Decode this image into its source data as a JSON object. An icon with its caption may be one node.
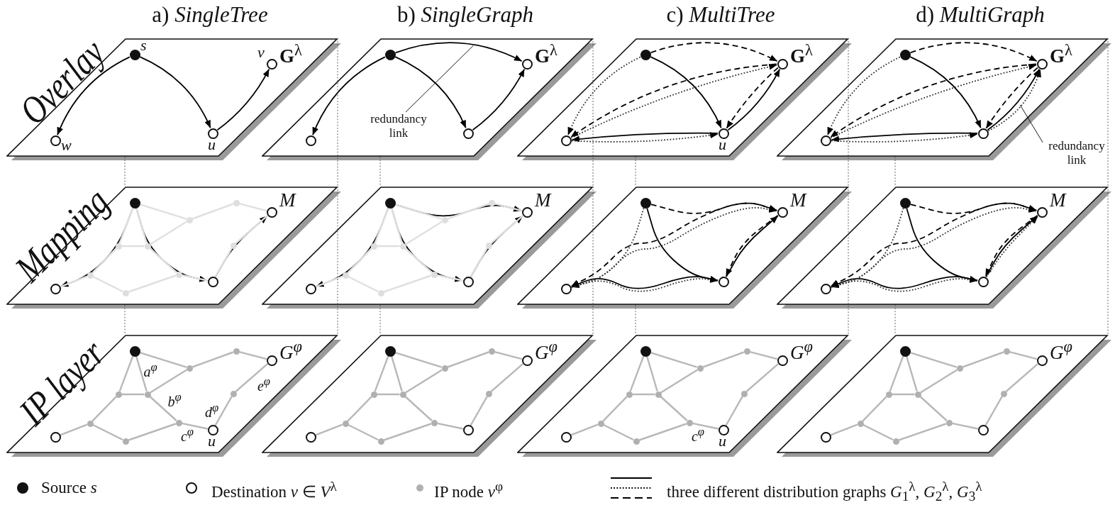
{
  "diagram": {
    "nodes": [
      {
        "text": [
          "**G**$^{λ}$"
        ]
      },
      {
        "text": [],
        "shape": "circle",
        "in": 0,
        "beside": [
          "s"
        ]
      },
      {
        "text": [],
        "shape": "circle",
        "in": 0,
        "beside": [
          "v"
        ]
      },
      {
        "text": [],
        "shape": "circle",
        "in": 0,
        "beside": [
          "w"
        ]
      },
      {
        "text": [],
        "shape": "circle",
        "in": 0,
        "beside": [
          "u"
        ]
      },
      {
        "text": [
          "**G**$^{λ}$"
        ]
      },
      {
        "text": [],
        "shape": "circle",
        "in": 5
      },
      {
        "text": [],
        "shape": "circle",
        "in": 5
      },
      {
        "text": [],
        "shape": "circle",
        "in": 5
      },
      {
        "text": [],
        "shape": "circle",
        "in": 5
      },
      {
        "text": [
          "redundancy link"
        ],
        "in": 5
      },
      {
        "text": [
          "**G**$^{λ}$"
        ]
      },
      {
        "text": [],
        "shape": "circle",
        "in": 11
      },
      {
        "text": [],
        "shape": "circle",
        "in": 11
      },
      {
        "text": [],
        "shape": "circle",
        "in": 11
      },
      {
        "text": [],
        "shape": "circle",
        "in": 11,
        "beside": [
          "u"
        ]
      },
      {
        "text": [
          "**G**$^{λ}$"
        ]
      },
      {
        "text": [],
        "shape": "circle",
        "in": 16
      },
      {
        "text": [],
        "shape": "circle",
        "in": 16
      },
      {
        "text": [],
        "shape": "circle",
        "in": 16
      },
      {
        "text": [],
        "shape": "circle",
        "in": 16
      },
      {
        "text": [
          "redundancy link"
        ]
      },
      {
        "text": [
          "M"
        ]
      },
      {
        "text": [],
        "shape": "circle",
        "in": 22
      },
      {
        "text": [],
        "shape": "circle",
        "in": 22
      },
      {
        "text": [],
        "shape": "circle",
        "in": 22
      },
      {
        "text": [],
        "shape": "circle",
        "in": 22
      },
      {
        "text": [],
        "shape": "circle",
        "in": 22
      },
      {
        "text": [],
        "shape": "circle",
        "in": 22
      },
      {
        "text": [],
        "shape": "circle",
        "in": 22
      },
      {
        "text": [],
        "shape": "circle",
        "in": 22
      },
      {
        "text": [],
        "shape": "circle",
        "in": 22
      },
      {
        "text": [],
        "shape": "circle",
        "in": 22
      },
      {
        "text": [],
        "shape": "circle",
        "in": 22
      },
      {
        "text": [],
        "shape": "circle",
        "in": 22
      },
      {
        "text": [
          "M"
        ]
      },
      {
        "text": [],
        "shape": "circle",
        "in": 35
      },
      {
        "text": [],
        "shape": "circle",
        "in": 35
      },
      {
        "text": [],
        "shape": "circle",
        "in": 35
      },
      {
        "text": [],
        "shape": "circle",
        "in": 35
      },
      {
        "text": [],
        "shape": "circle",
        "in": 35
      },
      {
        "text": [],
        "shape": "circle",
        "in": 35
      },
      {
        "text": [],
        "shape": "circle",
        "in": 35
      },
      {
        "text": [],
        "shape": "circle",
        "in": 35
      },
      {
        "text": [],
        "shape": "circle",
        "in": 35
      },
      {
        "text": [],
        "shape": "circle",
        "in": 35
      },
      {
        "text": [],
        "shape": "circle",
        "in": 35
      },
      {
        "text": [],
        "shape": "circle",
        "in": 35
      },
      {
        "text": [
          "M"
        ]
      },
      {
        "text": [],
        "shape": "circle",
        "in": 48
      },
      {
        "text": [],
        "shape": "circle",
        "in": 48
      },
      {
        "text": [],
        "shape": "circle",
        "in": 48
      },
      {
        "text": [],
        "shape": "circle",
        "in": 48
      },
      {
        "text": [
          "M"
        ]
      },
      {
        "text": [],
        "shape": "circle",
        "in": 53
      },
      {
        "text": [],
        "shape": "circle",
        "in": 53
      },
      {
        "text": [],
        "shape": "circle",
        "in": 53
      },
      {
        "text": [],
        "shape": "circle",
        "in": 53
      },
      {
        "text": [
          "G$^{φ}$"
        ]
      },
      {
        "text": [],
        "shape": "circle",
        "in": 58
      },
      {
        "text": [],
        "shape": "circle",
        "in": 58
      },
      {
        "text": [],
        "shape": "circle",
        "in": 58
      },
      {
        "text": [],
        "shape": "circle",
        "in": 58,
        "beside": [
          "u"
        ]
      },
      {
        "text": [],
        "shape": "circle",
        "in": 58
      },
      {
        "text": [],
        "shape": "circle",
        "in": 58
      },
      {
        "text": [],
        "shape": "circle",
        "in": 58
      },
      {
        "text": [],
        "shape": "circle",
        "in": 58
      },
      {
        "text": [],
        "shape": "circle",
        "in": 58
      },
      {
        "text": [],
        "shape": "circle",
        "in": 58
      },
      {
        "text": [],
        "shape": "circle",
        "in": 58
      },
      {
        "text": [],
        "shape": "circle",
        "in": 58
      },
      {
        "text": [
          "G$^{φ}$"
        ]
      },
      {
        "text": [],
        "shape": "circle",
        "in": 71
      },
      {
        "text": [],
        "shape": "circle",
        "in": 71
      },
      {
        "text": [],
        "shape": "circle",
        "in": 71
      },
      {
        "text": [],
        "shape": "circle",
        "in": 71
      },
      {
        "text": [],
        "shape": "circle",
        "in": 71
      },
      {
        "text": [],
        "shape": "circle",
        "in": 71
      },
      {
        "text": [],
        "shape": "circle",
        "in": 71
      },
      {
        "text": [],
        "shape": "circle",
        "in": 71
      },
      {
        "text": [],
        "shape": "circle",
        "in": 71
      },
      {
        "text": [],
        "shape": "circle",
        "in": 71
      },
      {
        "text": [],
        "shape": "circle",
        "in": 71
      },
      {
        "text": [],
        "shape": "circle",
        "in": 71
      },
      {
        "text": [
          "G$^{φ}$"
        ]
      },
      {
        "text": [],
        "shape": "circle",
        "in": 84
      },
      {
        "text": [],
        "shape": "circle",
        "in": 84
      },
      {
        "text": [],
        "shape": "circle",
        "in": 84
      },
      {
        "text": [],
        "shape": "circle",
        "in": 84,
        "beside": [
          "u"
        ]
      },
      {
        "text": [],
        "shape": "circle",
        "in": 84
      },
      {
        "text": [],
        "shape": "circle",
        "in": 84
      },
      {
        "text": [],
        "shape": "circle",
        "in": 84
      },
      {
        "text": [],
        "shape": "circle",
        "in": 84
      },
      {
        "text": [],
        "shape": "circle",
        "in": 84
      },
      {
        "text": [],
        "shape": "circle",
        "in": 84
      },
      {
        "text": [],
        "shape": "circle",
        "in": 84
      },
      {
        "text": [],
        "shape": "circle",
        "in": 84
      },
      {
        "text": [
          "G$^{φ}$"
        ]
      },
      {
        "text": [],
        "shape": "circle",
        "in": 97
      },
      {
        "text": [],
        "shape": "circle",
        "in": 97
      },
      {
        "text": [],
        "shape": "circle",
        "in": 97
      },
      {
        "text": [],
        "shape": "circle",
        "in": 97
      },
      {
        "text": [],
        "shape": "circle",
        "in": 97
      },
      {
        "text": [],
        "shape": "circle",
        "in": 97
      },
      {
        "text": [],
        "shape": "circle",
        "in": 97
      },
      {
        "text": [],
        "shape": "circle",
        "in": 97
      },
      {
        "text": [],
        "shape": "circle",
        "in": 97
      },
      {
        "text": [],
        "shape": "circle",
        "in": 97
      },
      {
        "text": [],
        "shape": "circle",
        "in": 97
      },
      {
        "text": [],
        "shape": "circle",
        "in": 97
      }
    ],
    "edges": [
      {
        "from": 1,
        "to": 3,
        "arrow": "to",
        "color": "#000000"
      },
      {
        "from": 1,
        "to": 4,
        "arrow": "to",
        "color": "#000000"
      },
      {
        "from": 4,
        "to": 2,
        "arrow": "to",
        "color": "#000000"
      },
      {
        "from": 6,
        "to": 8,
        "arrow": "to",
        "color": "#000000"
      },
      {
        "from": 6,
        "to": 9,
        "arrow": "to",
        "color": "#000000"
      },
      {
        "from": 9,
        "to": 7,
        "arrow": "to",
        "color": "#000000"
      },
      {
        "from": 6,
        "to": 7,
        "arrow": "to",
        "color": "#000000"
      },
      {
        "from": 10,
        "to": null,
        "arrow": "none",
        "color": "#000000"
      },
      {
        "from": 12,
        "to": 15,
        "arrow": "to",
        "color": "#000000"
      },
      {
        "from": 15,
        "to": 14,
        "arrow": "to",
        "color": "#000000"
      },
      {
        "from": 15,
        "to": 13,
        "arrow": "to",
        "color": "#000000"
      },
      {
        "from": 12,
        "to": 14,
        "arrow": "to",
        "style": "dashed",
        "color": "#333333"
      },
      {
        "from": 14,
        "to": 15,
        "arrow": "to",
        "style": "dashed",
        "color": "#333333"
      },
      {
        "from": 14,
        "to": 13,
        "arrow": "to",
        "style": "dashed",
        "color": "#333333"
      },
      {
        "from": 12,
        "to": 13,
        "arrow": "to",
        "style": "dashed",
        "color": "#000000"
      },
      {
        "from": 13,
        "to": 14,
        "arrow": "to",
        "style": "dashed",
        "color": "#000000"
      },
      {
        "from": 13,
        "to": 15,
        "arrow": "to",
        "style": "dashed",
        "color": "#000000"
      },
      {
        "from": 17,
        "to": 20,
        "arrow": "to",
        "color": "#000000"
      },
      {
        "from": 20,
        "to": 19,
        "arrow": "to",
        "color": "#000000"
      },
      {
        "from": 20,
        "to": 18,
        "arrow": "to",
        "color": "#000000"
      },
      {
        "from": 17,
        "to": 19,
        "arrow": "to",
        "style": "dashed",
        "color": "#333333"
      },
      {
        "from": 19,
        "to": 20,
        "arrow": "to",
        "style": "dashed",
        "color": "#333333"
      },
      {
        "from": 19,
        "to": 18,
        "arrow": "to",
        "style": "dashed",
        "color": "#333333"
      },
      {
        "from": 17,
        "to": 18,
        "arrow": "to",
        "style": "dashed",
        "color": "#000000"
      },
      {
        "from": 18,
        "to": 19,
        "arrow": "to",
        "style": "dashed",
        "color": "#000000"
      },
      {
        "from": 18,
        "to": 20,
        "arrow": "to",
        "style": "dashed",
        "color": "#000000"
      },
      {
        "from": 20,
        "to": 18,
        "arrow": "to",
        "style": "dashed",
        "color": "#333333"
      },
      {
        "from": 21,
        "to": null,
        "arrow": "none",
        "color": "#000000"
      },
      {
        "from": 23,
        "to": 25,
        "arrow": "to",
        "color": "#000000"
      },
      {
        "from": 23,
        "to": 26,
        "arrow": "to",
        "color": "#000000"
      },
      {
        "from": 26,
        "to": 24,
        "arrow": "to",
        "color": "#000000"
      },
      {
        "from": 23,
        "to": 29,
        "arrow": "none",
        "color": "#e0e0e0"
      },
      {
        "from": 23,
        "to": 30,
        "arrow": "none",
        "color": "#e0e0e0"
      },
      {
        "from": 23,
        "to": 28,
        "arrow": "none",
        "color": "#e0e0e0"
      },
      {
        "from": 28,
        "to": 30,
        "arrow": "none",
        "color": "#e0e0e0"
      },
      {
        "from": 28,
        "to": 27,
        "arrow": "none",
        "color": "#e0e0e0"
      },
      {
        "from": 27,
        "to": 24,
        "arrow": "none",
        "color": "#e0e0e0"
      },
      {
        "from": 29,
        "to": 30,
        "arrow": "none",
        "color": "#e0e0e0"
      },
      {
        "from": 29,
        "to": 32,
        "arrow": "none",
        "color": "#e0e0e0"
      },
      {
        "from": 30,
        "to": 33,
        "arrow": "none",
        "color": "#e0e0e0"
      },
      {
        "from": 32,
        "to": 25,
        "arrow": "none",
        "color": "#e0e0e0"
      },
      {
        "from": 32,
        "to": 34,
        "arrow": "none",
        "color": "#e0e0e0"
      },
      {
        "from": 34,
        "to": 33,
        "arrow": "none",
        "color": "#e0e0e0"
      },
      {
        "from": 33,
        "to": 26,
        "arrow": "none",
        "color": "#e0e0e0"
      },
      {
        "from": 26,
        "to": 31,
        "arrow": "none",
        "color": "#e0e0e0"
      },
      {
        "from": 31,
        "to": 24,
        "arrow": "none",
        "color": "#e0e0e0"
      },
      {
        "from": 36,
        "to": 38,
        "arrow": "to",
        "color": "#000000"
      },
      {
        "from": 36,
        "to": 39,
        "arrow": "to",
        "color": "#000000"
      },
      {
        "from": 39,
        "to": 37,
        "arrow": "to",
        "color": "#000000"
      },
      {
        "from": 36,
        "to": 37,
        "arrow": "to",
        "color": "#000000"
      },
      {
        "from": 36,
        "to": 42,
        "arrow": "none",
        "color": "#e0e0e0"
      },
      {
        "from": 36,
        "to": 43,
        "arrow": "none",
        "color": "#e0e0e0"
      },
      {
        "from": 36,
        "to": 41,
        "arrow": "none",
        "color": "#e0e0e0"
      },
      {
        "from": 41,
        "to": 43,
        "arrow": "none",
        "color": "#e0e0e0"
      },
      {
        "from": 41,
        "to": 40,
        "arrow": "none",
        "color": "#e0e0e0"
      },
      {
        "from": 40,
        "to": 37,
        "arrow": "none",
        "color": "#e0e0e0"
      },
      {
        "from": 42,
        "to": 43,
        "arrow": "none",
        "color": "#e0e0e0"
      },
      {
        "from": 42,
        "to": 45,
        "arrow": "none",
        "color": "#e0e0e0"
      },
      {
        "from": 43,
        "to": 46,
        "arrow": "none",
        "color": "#e0e0e0"
      },
      {
        "from": 45,
        "to": 38,
        "arrow": "none",
        "color": "#e0e0e0"
      },
      {
        "from": 45,
        "to": 47,
        "arrow": "none",
        "color": "#e0e0e0"
      },
      {
        "from": 47,
        "to": 46,
        "arrow": "none",
        "color": "#e0e0e0"
      },
      {
        "from": 46,
        "to": 39,
        "arrow": "none",
        "color": "#e0e0e0"
      },
      {
        "from": 39,
        "to": 44,
        "arrow": "none",
        "color": "#e0e0e0"
      },
      {
        "from": 44,
        "to": 37,
        "arrow": "none",
        "color": "#e0e0e0"
      },
      {
        "from": 49,
        "to": 52,
        "arrow": "to",
        "color": "#000000"
      },
      {
        "from": 52,
        "to": 51,
        "arrow": "to",
        "color": "#000000"
      },
      {
        "from": 52,
        "to": 50,
        "arrow": "to",
        "color": "#000000"
      },
      {
        "from": 49,
        "to": 51,
        "arrow": "to",
        "style": "dashed",
        "color": "#333333"
      },
      {
        "from": 51,
        "to": 52,
        "arrow": "to",
        "style": "dashed",
        "color": "#333333"
      },
      {
        "from": 51,
        "to": 50,
        "arrow": "to",
        "style": "dashed",
        "color": "#333333"
      },
      {
        "from": 49,
        "to": 50,
        "arrow": "to",
        "style": "dashed",
        "color": "#000000"
      },
      {
        "from": 50,
        "to": 51,
        "arrow": "to",
        "style": "dashed",
        "color": "#000000"
      },
      {
        "from": 50,
        "to": 52,
        "arrow": "to",
        "style": "dashed",
        "color": "#000000"
      },
      {
        "from": 54,
        "to": 57,
        "arrow": "to",
        "color": "#000000"
      },
      {
        "from": 57,
        "to": 56,
        "arrow": "to",
        "color": "#000000"
      },
      {
        "from": 57,
        "to": 55,
        "arrow": "to",
        "color": "#000000"
      },
      {
        "from": 54,
        "to": 56,
        "arrow": "to",
        "style": "dashed",
        "color": "#333333"
      },
      {
        "from": 56,
        "to": 57,
        "arrow": "to",
        "style": "dashed",
        "color": "#333333"
      },
      {
        "from": 56,
        "to": 55,
        "arrow": "to",
        "style": "dashed",
        "color": "#333333"
      },
      {
        "from": 54,
        "to": 55,
        "arrow": "to",
        "style": "dashed",
        "color": "#000000"
      },
      {
        "from": 55,
        "to": 56,
        "arrow": "to",
        "style": "dashed",
        "color": "#000000"
      },
      {
        "from": 55,
        "to": 57,
        "arrow": "to",
        "style": "dashed",
        "color": "#000000"
      },
      {
        "from": 57,
        "to": 55,
        "arrow": "to",
        "style": "dashed",
        "color": "#333333"
      },
      {
        "from": 59,
        "to": 65,
        "arrow": "none"
      },
      {
        "from": 59,
        "to": 66,
        "arrow": "none",
        "label": "a$^{φ}$"
      },
      {
        "from": 59,
        "to": 64,
        "arrow": "none"
      },
      {
        "from": 64,
        "to": 66,
        "arrow": "none"
      },
      {
        "from": 64,
        "to": 63,
        "arrow": "none"
      },
      {
        "from": 63,
        "to": 60,
        "arrow": "none"
      },
      {
        "from": 65,
        "to": 66,
        "arrow": "none"
      },
      {
        "from": 65,
        "to": 68,
        "arrow": "none"
      },
      {
        "from": 66,
        "to": 69,
        "arrow": "none",
        "label": "b$^{φ}$"
      },
      {
        "from": 68,
        "to": 61,
        "arrow": "none"
      },
      {
        "from": 68,
        "to": 70,
        "arrow": "none"
      },
      {
        "from": 70,
        "to": 69,
        "arrow": "none"
      },
      {
        "from": 69,
        "to": 62,
        "arrow": "none",
        "label": "c$^{φ}$"
      },
      {
        "from": 62,
        "to": 67,
        "arrow": "none",
        "label": "d$^{φ}$"
      },
      {
        "from": 67,
        "to": 60,
        "arrow": "none",
        "label": "e$^{φ}$"
      },
      {
        "from": 72,
        "to": 78,
        "arrow": "none"
      },
      {
        "from": 72,
        "to": 79,
        "arrow": "none"
      },
      {
        "from": 72,
        "to": 77,
        "arrow": "none"
      },
      {
        "from": 77,
        "to": 79,
        "arrow": "none"
      },
      {
        "from": 77,
        "to": 76,
        "arrow": "none"
      },
      {
        "from": 76,
        "to": 73,
        "arrow": "none"
      },
      {
        "from": 78,
        "to": 79,
        "arrow": "none"
      },
      {
        "from": 78,
        "to": 81,
        "arrow": "none"
      },
      {
        "from": 79,
        "to": 82,
        "arrow": "none"
      },
      {
        "from": 81,
        "to": 74,
        "arrow": "none"
      },
      {
        "from": 81,
        "to": 83,
        "arrow": "none"
      },
      {
        "from": 83,
        "to": 82,
        "arrow": "none"
      },
      {
        "from": 82,
        "to": 75,
        "arrow": "none"
      },
      {
        "from": 75,
        "to": 80,
        "arrow": "none"
      },
      {
        "from": 80,
        "to": 73,
        "arrow": "none"
      },
      {
        "from": 85,
        "to": 91,
        "arrow": "none"
      },
      {
        "from": 85,
        "to": 92,
        "arrow": "none"
      },
      {
        "from": 85,
        "to": 90,
        "arrow": "none"
      },
      {
        "from": 90,
        "to": 92,
        "arrow": "none"
      },
      {
        "from": 90,
        "to": 89,
        "arrow": "none"
      },
      {
        "from": 89,
        "to": 86,
        "arrow": "none"
      },
      {
        "from": 91,
        "to": 92,
        "arrow": "none"
      },
      {
        "from": 91,
        "to": 94,
        "arrow": "none"
      },
      {
        "from": 92,
        "to": 95,
        "arrow": "none"
      },
      {
        "from": 94,
        "to": 87,
        "arrow": "none"
      },
      {
        "from": 94,
        "to": 96,
        "arrow": "none"
      },
      {
        "from": 96,
        "to": 95,
        "arrow": "none"
      },
      {
        "from": 95,
        "to": 88,
        "arrow": "none",
        "label": "c$^{φ}$"
      },
      {
        "from": 88,
        "to": 93,
        "arrow": "none"
      },
      {
        "from": 93,
        "to": 86,
        "arrow": "none"
      },
      {
        "from": 98,
        "to": 104,
        "arrow": "none"
      },
      {
        "from": 98,
        "to": 105,
        "arrow": "none"
      },
      {
        "from": 98,
        "to": 103,
        "arrow": "none"
      },
      {
        "from": 103,
        "to": 105,
        "arrow": "none"
      },
      {
        "from": 103,
        "to": 102,
        "arrow": "none"
      },
      {
        "from": 102,
        "to": 99,
        "arrow": "none"
      },
      {
        "from": 104,
        "to": 105,
        "arrow": "none"
      },
      {
        "from": 104,
        "to": 107,
        "arrow": "none"
      },
      {
        "from": 105,
        "to": 108,
        "arrow": "none"
      },
      {
        "from": 107,
        "to": 100,
        "arrow": "none"
      },
      {
        "from": 107,
        "to": 109,
        "arrow": "none"
      },
      {
        "from": 109,
        "to": 108,
        "arrow": "none"
      },
      {
        "from": 108,
        "to": 101,
        "arrow": "none"
      },
      {
        "from": 101,
        "to": 106,
        "arrow": "none"
      },
      {
        "from": 106,
        "to": 99,
        "arrow": "none"
      },
      {
        "from": 0,
        "to": 22,
        "arrow": "none",
        "style": "dashed",
        "color": "#444444"
      },
      {
        "from": 0,
        "to": 22,
        "arrow": "none",
        "style": "dashed",
        "color": "#444444"
      },
      {
        "from": 22,
        "to": 58,
        "arrow": "none",
        "style": "dashed",
        "color": "#444444"
      },
      {
        "from": 22,
        "to": 58,
        "arrow": "none",
        "style": "dashed",
        "color": "#444444"
      },
      {
        "from": 5,
        "to": 35,
        "arrow": "none",
        "style": "dashed",
        "color": "#444444"
      },
      {
        "from": 5,
        "to": 35,
        "arrow": "none",
        "style": "dashed",
        "color": "#444444"
      },
      {
        "from": 35,
        "to": 71,
        "arrow": "none",
        "style": "dashed",
        "color": "#444444"
      },
      {
        "from": 35,
        "to": 71,
        "arrow": "none",
        "style": "dashed",
        "color": "#444444"
      },
      {
        "from": 11,
        "to": 48,
        "arrow": "none",
        "style": "dashed",
        "color": "#444444"
      },
      {
        "from": 11,
        "to": 48,
        "arrow": "none",
        "style": "dashed",
        "color": "#444444"
      },
      {
        "from": 48,
        "to": 84,
        "arrow": "none",
        "style": "dashed",
        "color": "#444444"
      },
      {
        "from": 48,
        "to": 84,
        "arrow": "none",
        "style": "dashed",
        "color": "#444444"
      },
      {
        "from": 16,
        "to": 53,
        "arrow": "none",
        "style": "dashed",
        "color": "#444444"
      },
      {
        "from": 16,
        "to": 53,
        "arrow": "none",
        "style": "dashed",
        "color": "#444444"
      },
      {
        "from": 53,
        "to": 97,
        "arrow": "none",
        "style": "dashed",
        "color": "#444444"
      },
      {
        "from": 53,
        "to": 97,
        "arrow": "none",
        "style": "dashed",
        "color": "#444444"
      }
    ],
    "labels": [
      "a) *SingleTree*",
      "b) *SingleGraph*",
      "c) *MultiTree*",
      "d) *MultiGraph*",
      "Overlay",
      "Mapping",
      "IP layer"
    ],
    "legend": [
      {
        "text": "Source *s*"
      },
      {
        "text": "Destination *v* ∈ *V*$^{λ}$"
      },
      {
        "text": "IP node *v*$^{φ}$"
      },
      {
        "text": "three different distribution graphs *G*$_{1}$$^{λ}$, *G*$_{2}$$^{λ}$, *G*$_{3}$$^{λ}$"
      }
    ]
  }
}
